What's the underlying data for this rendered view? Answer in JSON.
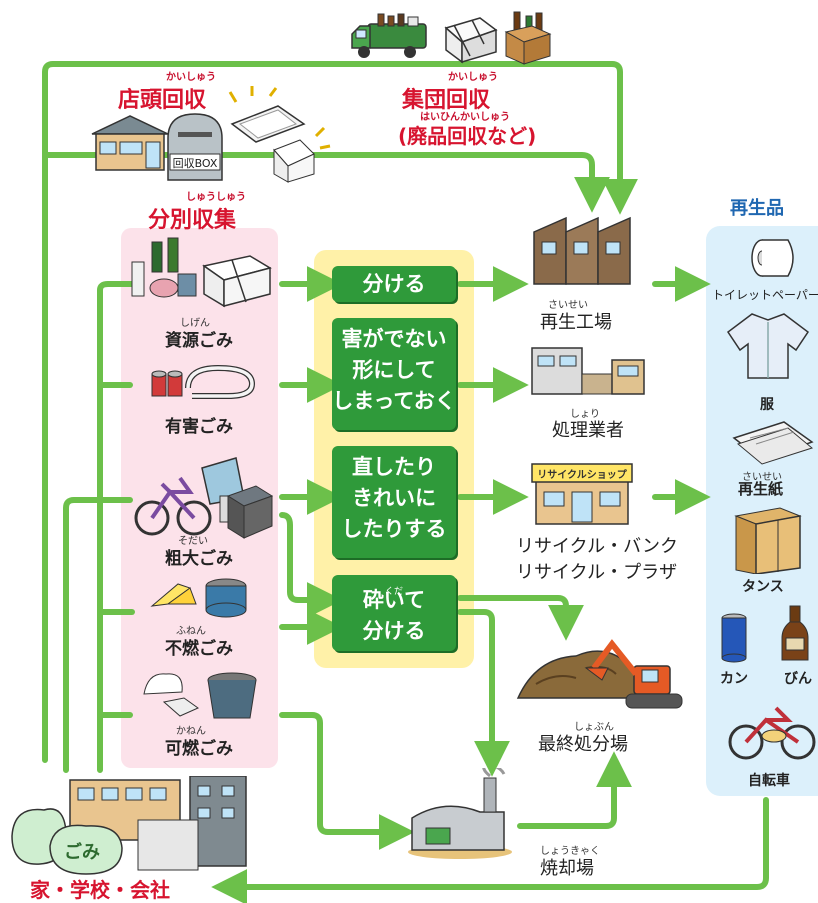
{
  "diagram": {
    "colors": {
      "arrow": "#6cc04a",
      "label_red": "#d7142f",
      "button_green": "#2f9a3a",
      "sort_panel": "#fce2ea",
      "process_panel": "#fff1a8",
      "product_panel": "#dcf0fb",
      "product_title": "#1f67b1"
    },
    "top": {
      "store": {
        "title": "店頭回収",
        "ruby": "かいしゅう",
        "box_label": "回収BOX"
      },
      "group": {
        "title": "集団回収",
        "ruby": "かいしゅう",
        "sub": "(廃品回収など)",
        "sub_ruby": "はいひんかいしゅう"
      }
    },
    "sorting": {
      "title": "分別収集",
      "ruby": "しゅうしゅう",
      "categories": [
        {
          "id": "resource",
          "label": "資源ごみ",
          "ruby": "しげん"
        },
        {
          "id": "hazardous",
          "label": "有害ごみ",
          "ruby": ""
        },
        {
          "id": "bulky",
          "label": "粗大ごみ",
          "ruby": "そだい"
        },
        {
          "id": "nonburnable",
          "label": "不燃ごみ",
          "ruby": "ふねん"
        },
        {
          "id": "burnable",
          "label": "可燃ごみ",
          "ruby": "かねん"
        }
      ]
    },
    "processes": [
      {
        "id": "sort",
        "text": "分ける",
        "ruby": ""
      },
      {
        "id": "harmless",
        "text": "害がでない\n形にして\nしまっておく",
        "ruby": ""
      },
      {
        "id": "repair",
        "text": "直したり\nきれいに\nしたりする",
        "ruby": ""
      },
      {
        "id": "crush",
        "text": "砕いて\n分ける",
        "ruby": "くだ"
      }
    ],
    "destinations": [
      {
        "id": "recycle-plant",
        "label": "再生工場",
        "ruby": "さいせい"
      },
      {
        "id": "disposal",
        "label": "処理業者",
        "ruby": "しょり"
      },
      {
        "id": "recycle-bank",
        "label": "リサイクル・バンク\nリサイクル・プラザ",
        "ruby": "",
        "shop_sign": "リサイクルショップ"
      },
      {
        "id": "landfill",
        "label": "最終処分場",
        "ruby": "しょぶん"
      },
      {
        "id": "incinerator",
        "label": "焼却場",
        "ruby": "しょうきゃく"
      }
    ],
    "products": {
      "title": "再生品",
      "items": [
        {
          "id": "tissue",
          "label": "トイレットペーパー",
          "ruby": ""
        },
        {
          "id": "shirt",
          "label": "服",
          "ruby": ""
        },
        {
          "id": "paper",
          "label": "再生紙",
          "ruby": "さいせい"
        },
        {
          "id": "chest",
          "label": "タンス",
          "ruby": ""
        },
        {
          "id": "can",
          "label": "カン",
          "ruby": ""
        },
        {
          "id": "bottle",
          "label": "びん",
          "ruby": ""
        },
        {
          "id": "bicycle",
          "label": "自転車",
          "ruby": ""
        }
      ]
    },
    "origin": {
      "label": "家・学校・会社",
      "bag_text": "ごみ"
    }
  }
}
